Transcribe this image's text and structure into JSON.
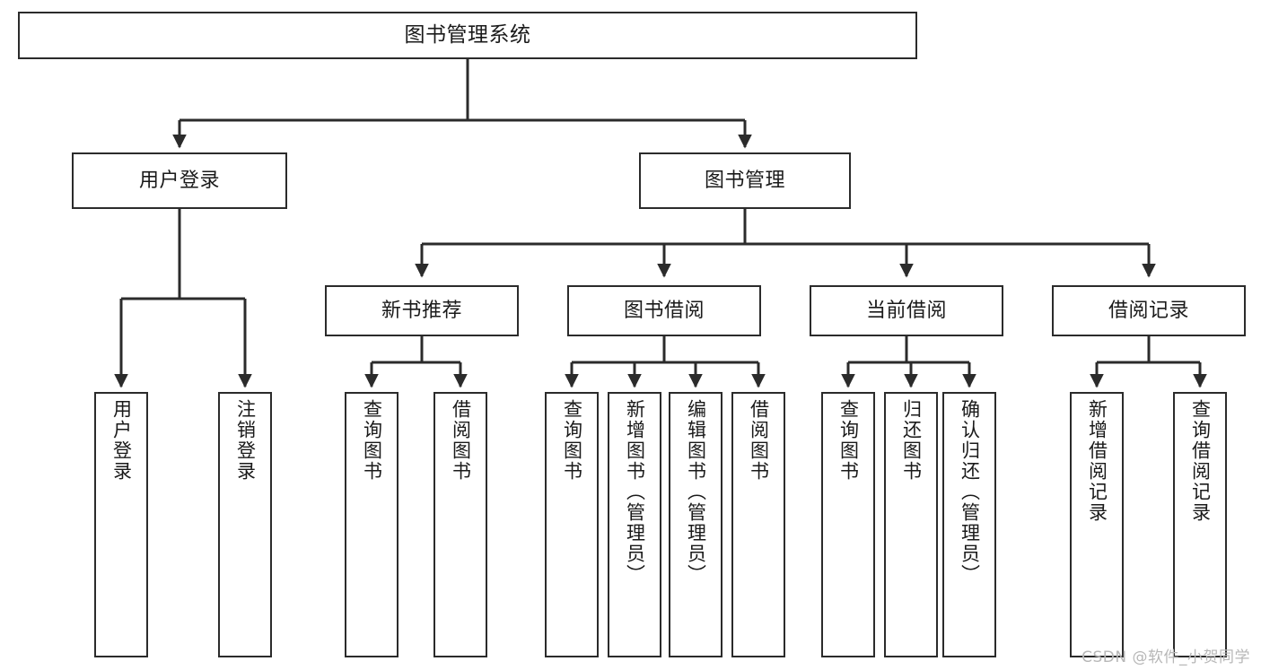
{
  "diagram": {
    "title": "图书管理系统",
    "type": "hierarchy-tree",
    "colors": {
      "stroke": "#2b2b2b",
      "fill": "#ffffff",
      "text": "#1a1a1a",
      "watermark": "#b7b7b7"
    },
    "root": {
      "label": "图书管理系统"
    },
    "level1": [
      {
        "label": "用户登录"
      },
      {
        "label": "图书管理"
      }
    ],
    "level2": [
      {
        "label": "新书推荐"
      },
      {
        "label": "图书借阅"
      },
      {
        "label": "当前借阅"
      },
      {
        "label": "借阅记录"
      }
    ],
    "leaves": {
      "user_login": [
        {
          "label": "用户登录"
        },
        {
          "label": "注销登录"
        }
      ],
      "new_book_recommend": [
        {
          "label": "查询图书"
        },
        {
          "label": "借阅图书"
        }
      ],
      "book_borrow": [
        {
          "label": "查询图书"
        },
        {
          "label": "新增图书（管理员）"
        },
        {
          "label": "编辑图书（管理员）"
        },
        {
          "label": "借阅图书"
        }
      ],
      "current_borrow": [
        {
          "label": "查询图书"
        },
        {
          "label": "归还图书"
        },
        {
          "label": "确认归还（管理员）"
        }
      ],
      "borrow_record": [
        {
          "label": "新增借阅记录"
        },
        {
          "label": "查询借阅记录"
        }
      ]
    }
  },
  "watermark": {
    "text": "CSDN @软件_小贺同学"
  }
}
